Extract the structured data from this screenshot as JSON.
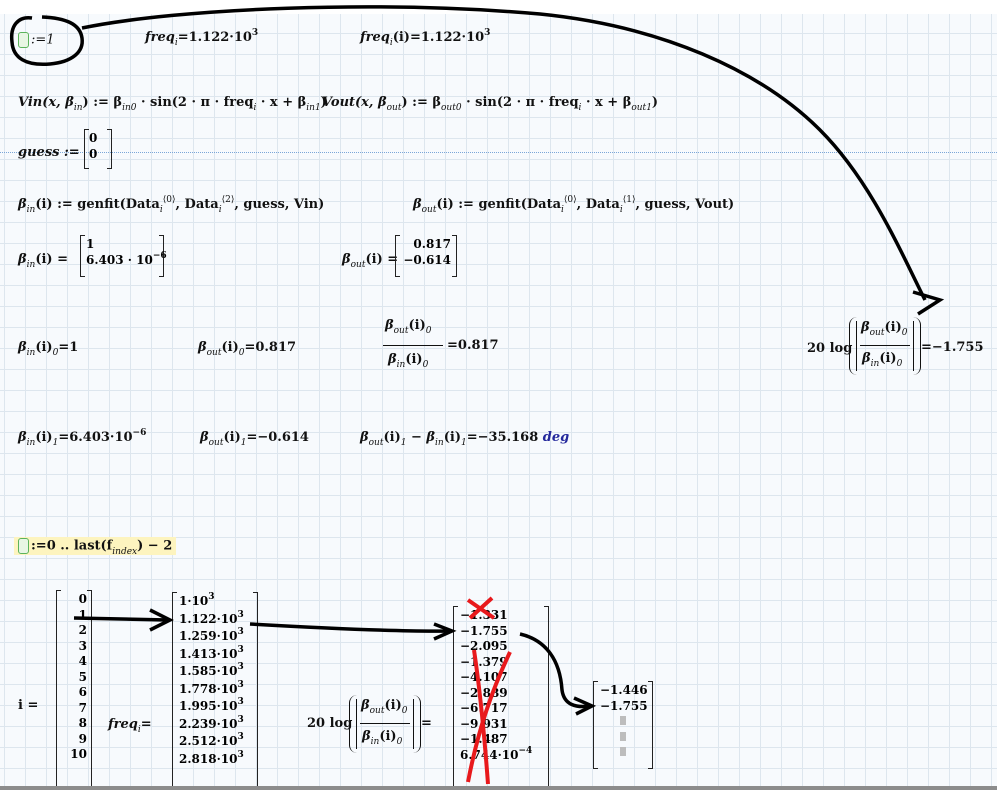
{
  "header": {
    "i_def": ":=1",
    "freq_eval": "freq",
    "freq_eval_sub": "i",
    "freq_eval_val": "=1.122·10",
    "freq_fn": "freq",
    "freq_fn_sub": "i",
    "freq_fn_arg": "(i)=1.122·10",
    "exp3": "3"
  },
  "defs": {
    "vin_lhs": "Vin",
    "vin_args": "(x, β",
    "vin_args_sub": "in",
    "vin_body1": ") := β",
    "vin_body1_sub": "in",
    "vin_body1_sub2": "0",
    "vin_body2": " · sin(2 · π · freq",
    "vin_body2_sub": "i",
    "vin_body3": " · x + β",
    "vin_body3_sub": "in",
    "vin_body3_sub2": "1",
    "vin_close": ")",
    "vout_lhs": "Vout",
    "vout_args": "(x, β",
    "vout_args_sub": "out",
    "vout_body1": ") := β",
    "vout_body1_sub": "out",
    "vout_body1_sub2": "0",
    "vout_body2": " · sin(2 · π · freq",
    "vout_body2_sub": "i",
    "vout_body3": " · x + β",
    "vout_body3_sub": "out",
    "vout_body3_sub2": "1",
    "vout_close": ")",
    "guess_lhs": "guess :=",
    "guess_values": [
      "0",
      "0"
    ]
  },
  "genfit": {
    "bin_lhs": "β",
    "bin_sub": "in",
    "bin_rhs": "(i) := genfit(Data",
    "bin_i": "i",
    "bin_sup1": "⟨0⟩",
    "bin_mid": ", Data",
    "bin_sup2": "⟨2⟩",
    "bin_end": ", guess, Vin)",
    "bout_lhs": "β",
    "bout_sub": "out",
    "bout_rhs": "(i) := genfit(Data",
    "bout_sup1": "⟨0⟩",
    "bout_mid": ", Data",
    "bout_sup2": "⟨1⟩",
    "bout_end": ", guess, Vout)"
  },
  "results": {
    "bin_vec_lhs": "(i) =",
    "bin_vec": [
      "1",
      "6.403 · 10"
    ],
    "bin_vec_exp": "−6",
    "bout_vec_lhs": "(i) =",
    "bout_vec": [
      "0.817",
      "−0.614"
    ],
    "bin0": "(i)",
    "bin0_sub": "0",
    "bin0_val": "=1",
    "bout0_val": "=0.817",
    "ratio_num": "(i)",
    "ratio_val": "=0.817",
    "db_prefix": "20 log",
    "db_val": "=−1.755",
    "bin1_val": "=6.403·10",
    "bin1_exp": "−6",
    "bin1_sub": "1",
    "bout1_val": "=−0.614",
    "phase_mid": "(i)",
    "phase_minus": " − β",
    "phase_val": "=−35.168 ",
    "phase_unit": "deg"
  },
  "range": {
    "i_def": ":=0 .. last(f",
    "i_sub": "index",
    "i_end": ") − 2"
  },
  "table": {
    "i_lhs": "i =",
    "i_values": [
      "0",
      "1",
      "2",
      "3",
      "4",
      "5",
      "6",
      "7",
      "8",
      "9",
      "10"
    ],
    "freq_lhs": "freq",
    "freq_lhs_sub": "i",
    "freq_lhs_eq": "=",
    "freq_values": [
      "1·10",
      "1.122·10",
      "1.259·10",
      "1.413·10",
      "1.585·10",
      "1.778·10",
      "1.995·10",
      "2.239·10",
      "2.512·10",
      "2.818·10"
    ],
    "freq_exp": "3",
    "db_lhs": "20 log",
    "db_eq": "=",
    "db_values": [
      "−1.331",
      "−1.755",
      "−2.095",
      "−1.379",
      "−4.107",
      "−2.889",
      "−6.717",
      "−9.931",
      "−1.487",
      "6.744·10"
    ],
    "db_last_exp": "−4",
    "new_values": [
      "−1.446",
      "−1.755"
    ],
    "placeholder_count": 3
  },
  "colors": {
    "ink": "#000000",
    "cross": "#e8191c",
    "highlight": "#fdf4bf",
    "deg_unit": "#24289c"
  }
}
